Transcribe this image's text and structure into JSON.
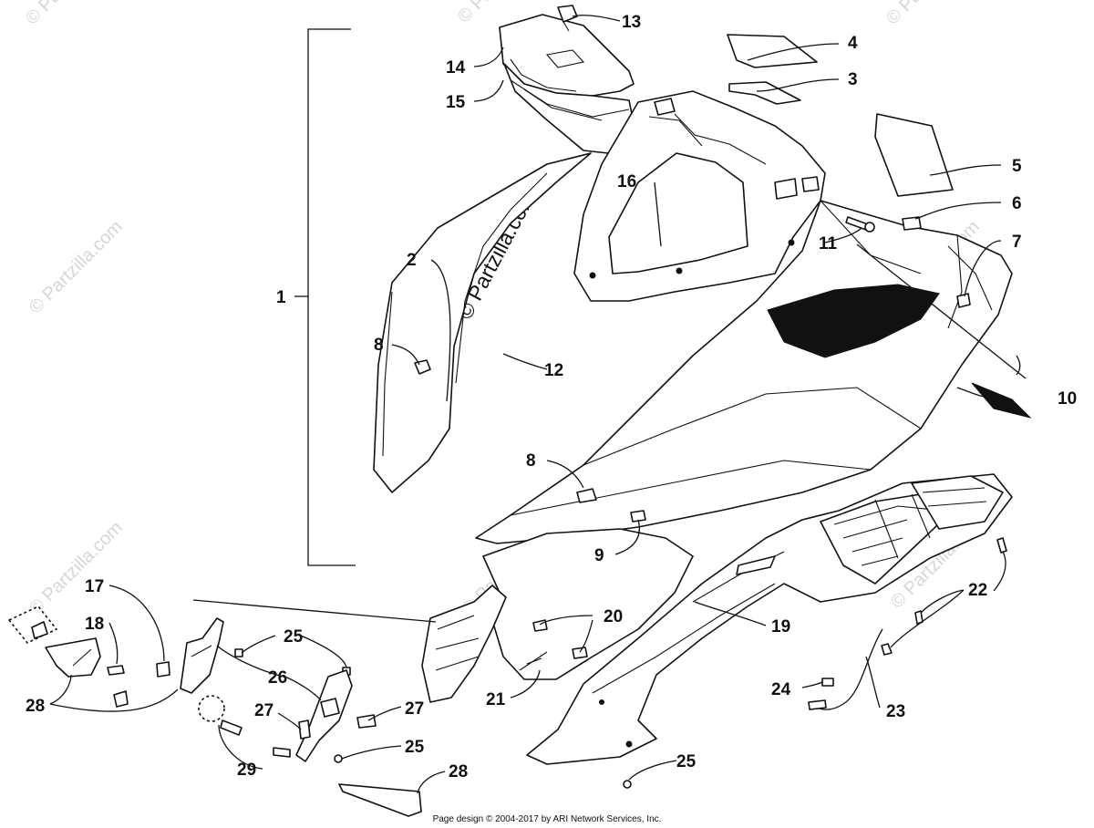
{
  "watermark": {
    "text": "© Partzilla.com"
  },
  "footer": {
    "text": "Page design © 2004-2017 by ARI Network Services, Inc."
  },
  "callouts": [
    {
      "id": "c1",
      "label": "1"
    },
    {
      "id": "c2",
      "label": "2"
    },
    {
      "id": "c3",
      "label": "3"
    },
    {
      "id": "c4",
      "label": "4"
    },
    {
      "id": "c5",
      "label": "5"
    },
    {
      "id": "c6",
      "label": "6"
    },
    {
      "id": "c7",
      "label": "7"
    },
    {
      "id": "c8a",
      "label": "8"
    },
    {
      "id": "c8b",
      "label": "8"
    },
    {
      "id": "c9",
      "label": "9"
    },
    {
      "id": "c10",
      "label": "10"
    },
    {
      "id": "c11",
      "label": "11"
    },
    {
      "id": "c12",
      "label": "12"
    },
    {
      "id": "c13",
      "label": "13"
    },
    {
      "id": "c14",
      "label": "14"
    },
    {
      "id": "c15",
      "label": "15"
    },
    {
      "id": "c16",
      "label": "16"
    },
    {
      "id": "c17",
      "label": "17"
    },
    {
      "id": "c18",
      "label": "18"
    },
    {
      "id": "c19",
      "label": "19"
    },
    {
      "id": "c20",
      "label": "20"
    },
    {
      "id": "c21",
      "label": "21"
    },
    {
      "id": "c22",
      "label": "22"
    },
    {
      "id": "c23",
      "label": "23"
    },
    {
      "id": "c24",
      "label": "24"
    },
    {
      "id": "c25a",
      "label": "25"
    },
    {
      "id": "c25b",
      "label": "25"
    },
    {
      "id": "c25c",
      "label": "25"
    },
    {
      "id": "c26",
      "label": "26"
    },
    {
      "id": "c27a",
      "label": "27"
    },
    {
      "id": "c27b",
      "label": "27"
    },
    {
      "id": "c28a",
      "label": "28"
    },
    {
      "id": "c28b",
      "label": "28"
    },
    {
      "id": "c29",
      "label": "29"
    }
  ]
}
